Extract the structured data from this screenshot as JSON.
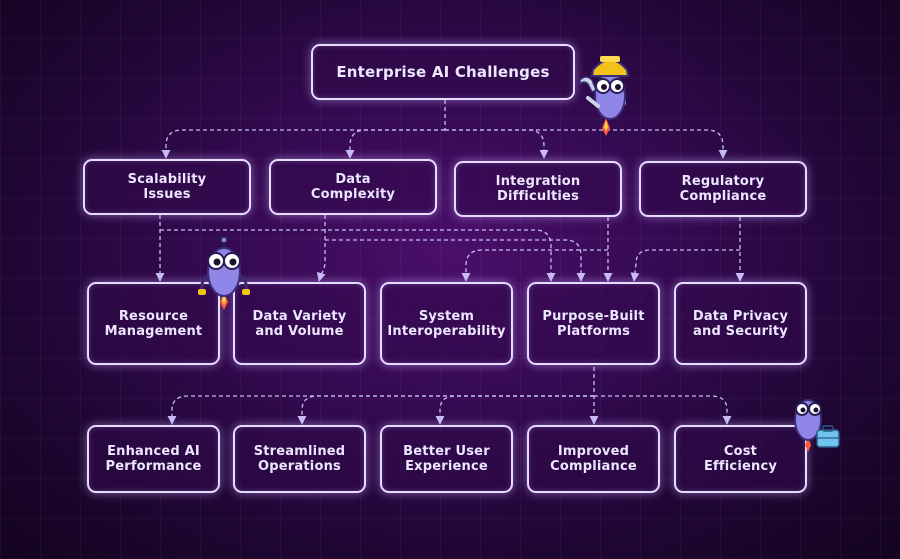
{
  "diagram": {
    "root": "Enterprise AI Challenges",
    "challenges": [
      "Scalability\nIssues",
      "Data\nComplexity",
      "Integration\nDifficulties",
      "Regulatory\nCompliance"
    ],
    "considerations": [
      "Resource\nManagement",
      "Data Variety\nand Volume",
      "System\nInteroperability",
      "Purpose-Built\nPlatforms",
      "Data Privacy\nand Security"
    ],
    "benefits": [
      "Enhanced AI\nPerformance",
      "Streamlined\nOperations",
      "Better User\nExperience",
      "Improved\nCompliance",
      "Cost\nEfficiency"
    ]
  },
  "colors": {
    "box_border": "#e6dcff",
    "connector": "#c9bcf5",
    "background": "#350a52",
    "mascot_body": "#8f86e8",
    "helmet": "#f2c21b",
    "briefcase": "#6fc3ee",
    "flame": "#ff5a3c"
  },
  "icons": [
    "robot-mascot-helmet-icon",
    "robot-mascot-icon",
    "robot-mascot-briefcase-icon"
  ]
}
